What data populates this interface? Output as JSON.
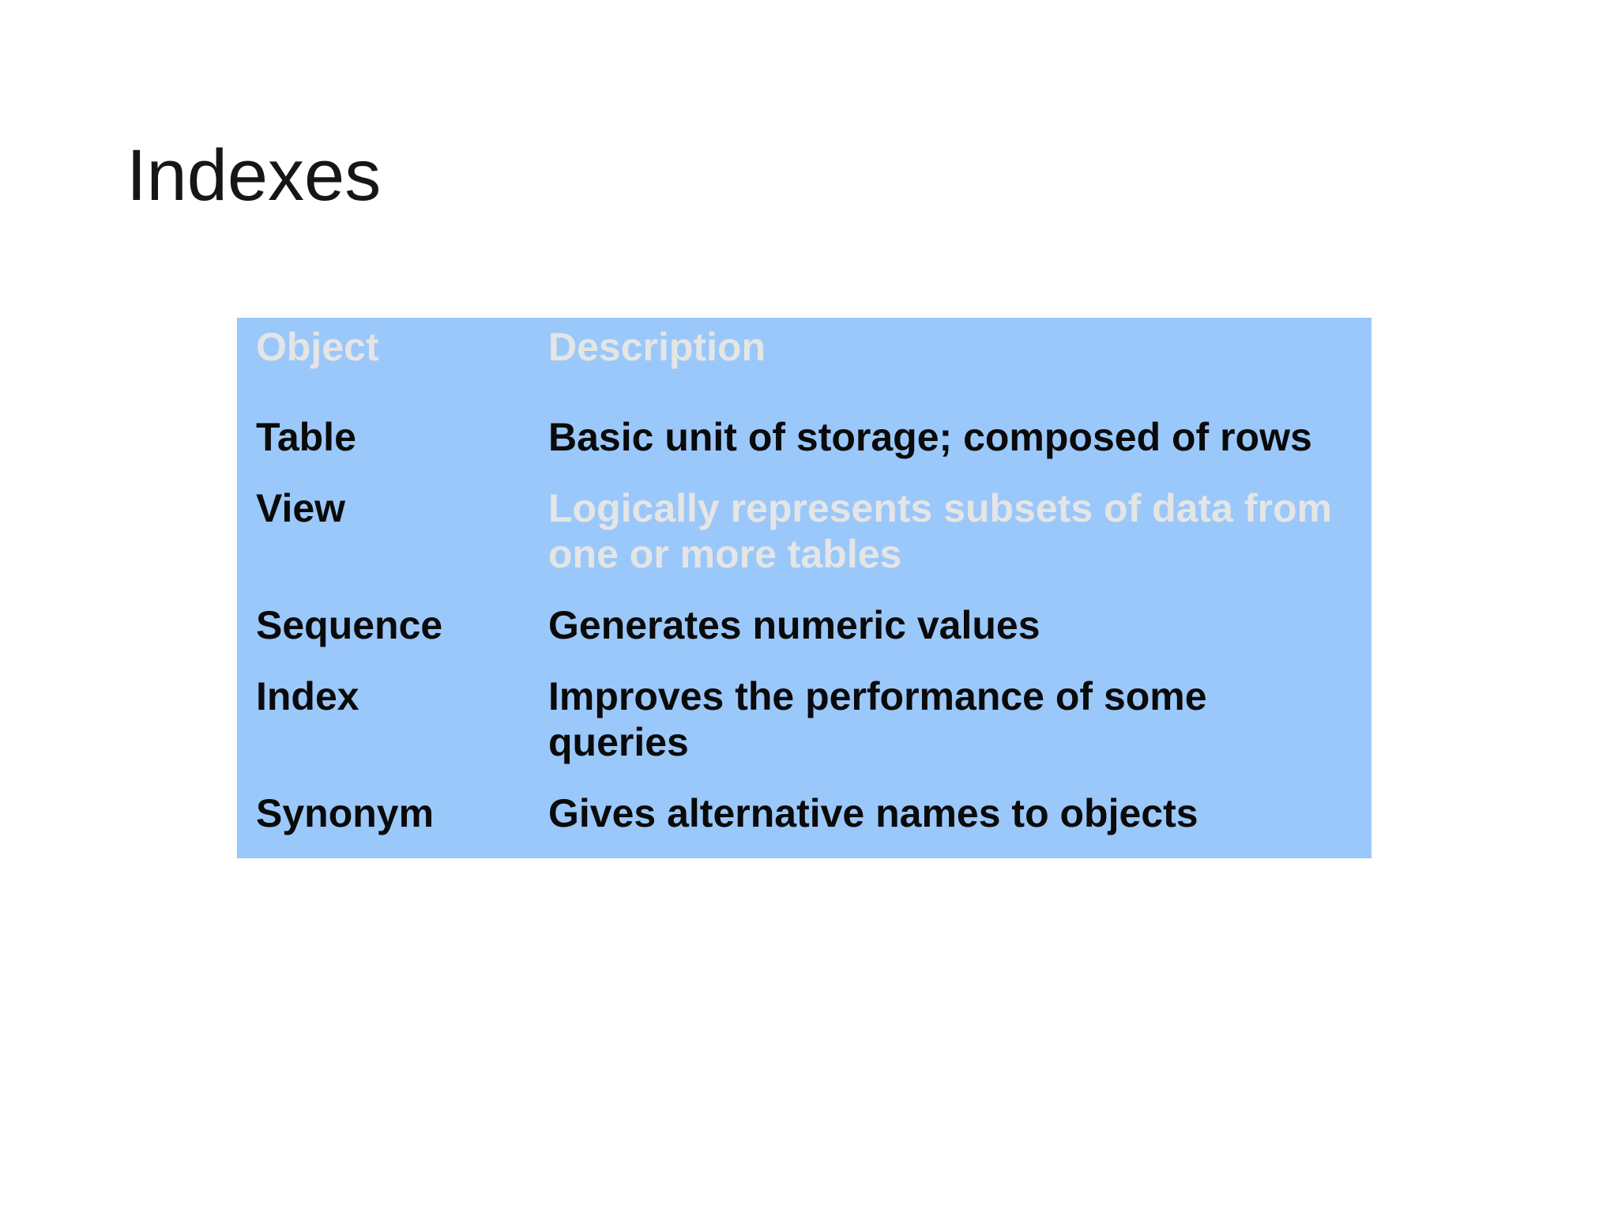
{
  "slide": {
    "title": "Indexes",
    "colors": {
      "page_background": "#ffffff",
      "table_background": "#9bc8fa",
      "muted_text": "#e5e5e5",
      "body_text": "#0a0a0a"
    },
    "table": {
      "columns": [
        "Object",
        "Description"
      ],
      "rows": [
        {
          "object": "Table",
          "description": "Basic unit of storage; composed of rows"
        },
        {
          "object": "View",
          "description": "Logically represents subsets of data from\none or more tables"
        },
        {
          "object": "Sequence",
          "description": "Generates numeric values"
        },
        {
          "object": "Index",
          "description": "Improves the performance of some\nqueries"
        },
        {
          "object": "Synonym",
          "description": "Gives alternative names to objects"
        }
      ]
    }
  }
}
